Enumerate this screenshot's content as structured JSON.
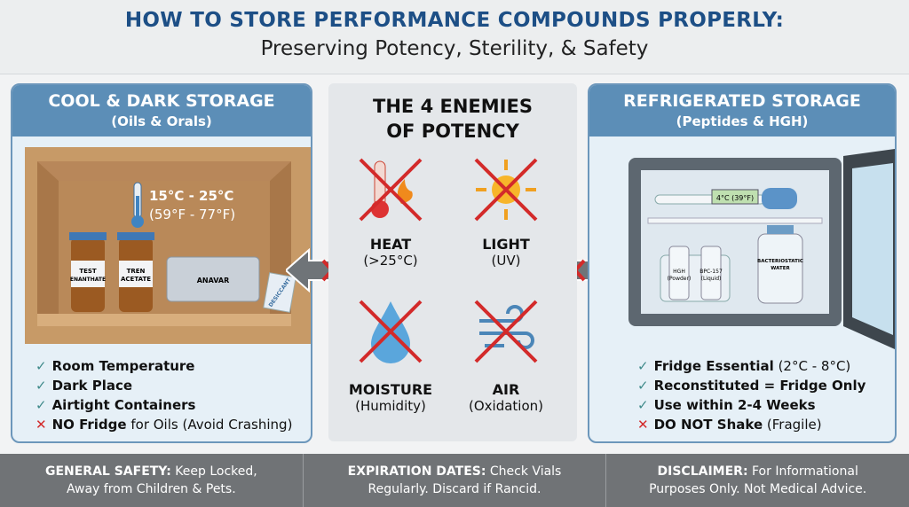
{
  "header": {
    "title": "HOW TO STORE PERFORMANCE COMPOUNDS PROPERLY:",
    "subtitle": "Preserving Potency, Sterility, & Safety"
  },
  "left": {
    "title": "COOL & DARK STORAGE",
    "subtitle": "(Oils & Orals)",
    "temp_c": "15°C - 25°C",
    "temp_f": "(59°F - 77°F)",
    "vials": [
      "TEST ENANTHATE",
      "TREN ACETATE"
    ],
    "blister": "ANAVAR",
    "packet": "DESICCANT",
    "items": [
      {
        "icon": "check",
        "bold": "Room Temperature",
        "rest": ""
      },
      {
        "icon": "check",
        "bold": "Dark Place",
        "rest": ""
      },
      {
        "icon": "check",
        "bold": "Airtight Containers",
        "rest": ""
      },
      {
        "icon": "cross",
        "bold": "NO Fridge",
        "rest": " for Oils (Avoid Crashing)"
      }
    ]
  },
  "middle": {
    "title_line1": "THE 4 ENEMIES",
    "title_line2": "OF POTENCY",
    "enemies": [
      {
        "name": "HEAT",
        "detail": "(>25°C)",
        "icon": "thermometer-flame-icon"
      },
      {
        "name": "LIGHT",
        "detail": "(UV)",
        "icon": "sun-icon"
      },
      {
        "name": "MOISTURE",
        "detail": "(Humidity)",
        "icon": "water-drop-icon"
      },
      {
        "name": "AIR",
        "detail": "(Oxidation)",
        "icon": "wind-icon"
      }
    ]
  },
  "right": {
    "title": "REFRIGERATED STORAGE",
    "subtitle": "(Peptides & HGH)",
    "thermo": "4°C (39°F)",
    "vials": [
      {
        "l1": "HGH",
        "l2": "(Powder)"
      },
      {
        "l1": "BPC-157",
        "l2": "(Liquid)"
      }
    ],
    "bottle_l1": "BACTERIOSTATIC",
    "bottle_l2": "WATER",
    "items": [
      {
        "icon": "check",
        "bold": "Fridge Essential",
        "rest": " (2°C - 8°C)"
      },
      {
        "icon": "check",
        "bold": "Reconstituted = Fridge Only",
        "rest": ""
      },
      {
        "icon": "check",
        "bold": "Use within 2-4 Weeks",
        "rest": ""
      },
      {
        "icon": "cross",
        "bold": "DO NOT Shake",
        "rest": " (Fragile)"
      }
    ]
  },
  "footer": [
    {
      "bold": "GENERAL SAFETY:",
      "rest": " Keep Locked,",
      "line2": "Away from Children & Pets."
    },
    {
      "bold": "EXPIRATION DATES:",
      "rest": " Check Vials",
      "line2": "Regularly. Discard if Rancid."
    },
    {
      "bold": "DISCLAIMER:",
      "rest": " For Informational",
      "line2": "Purposes Only. Not Medical Advice."
    }
  ],
  "colors": {
    "title": "#1d4f86",
    "panel_header": "#5c8eb7",
    "check": "#3f8a8a",
    "cross": "#d32a2a",
    "footer": "#707376"
  }
}
